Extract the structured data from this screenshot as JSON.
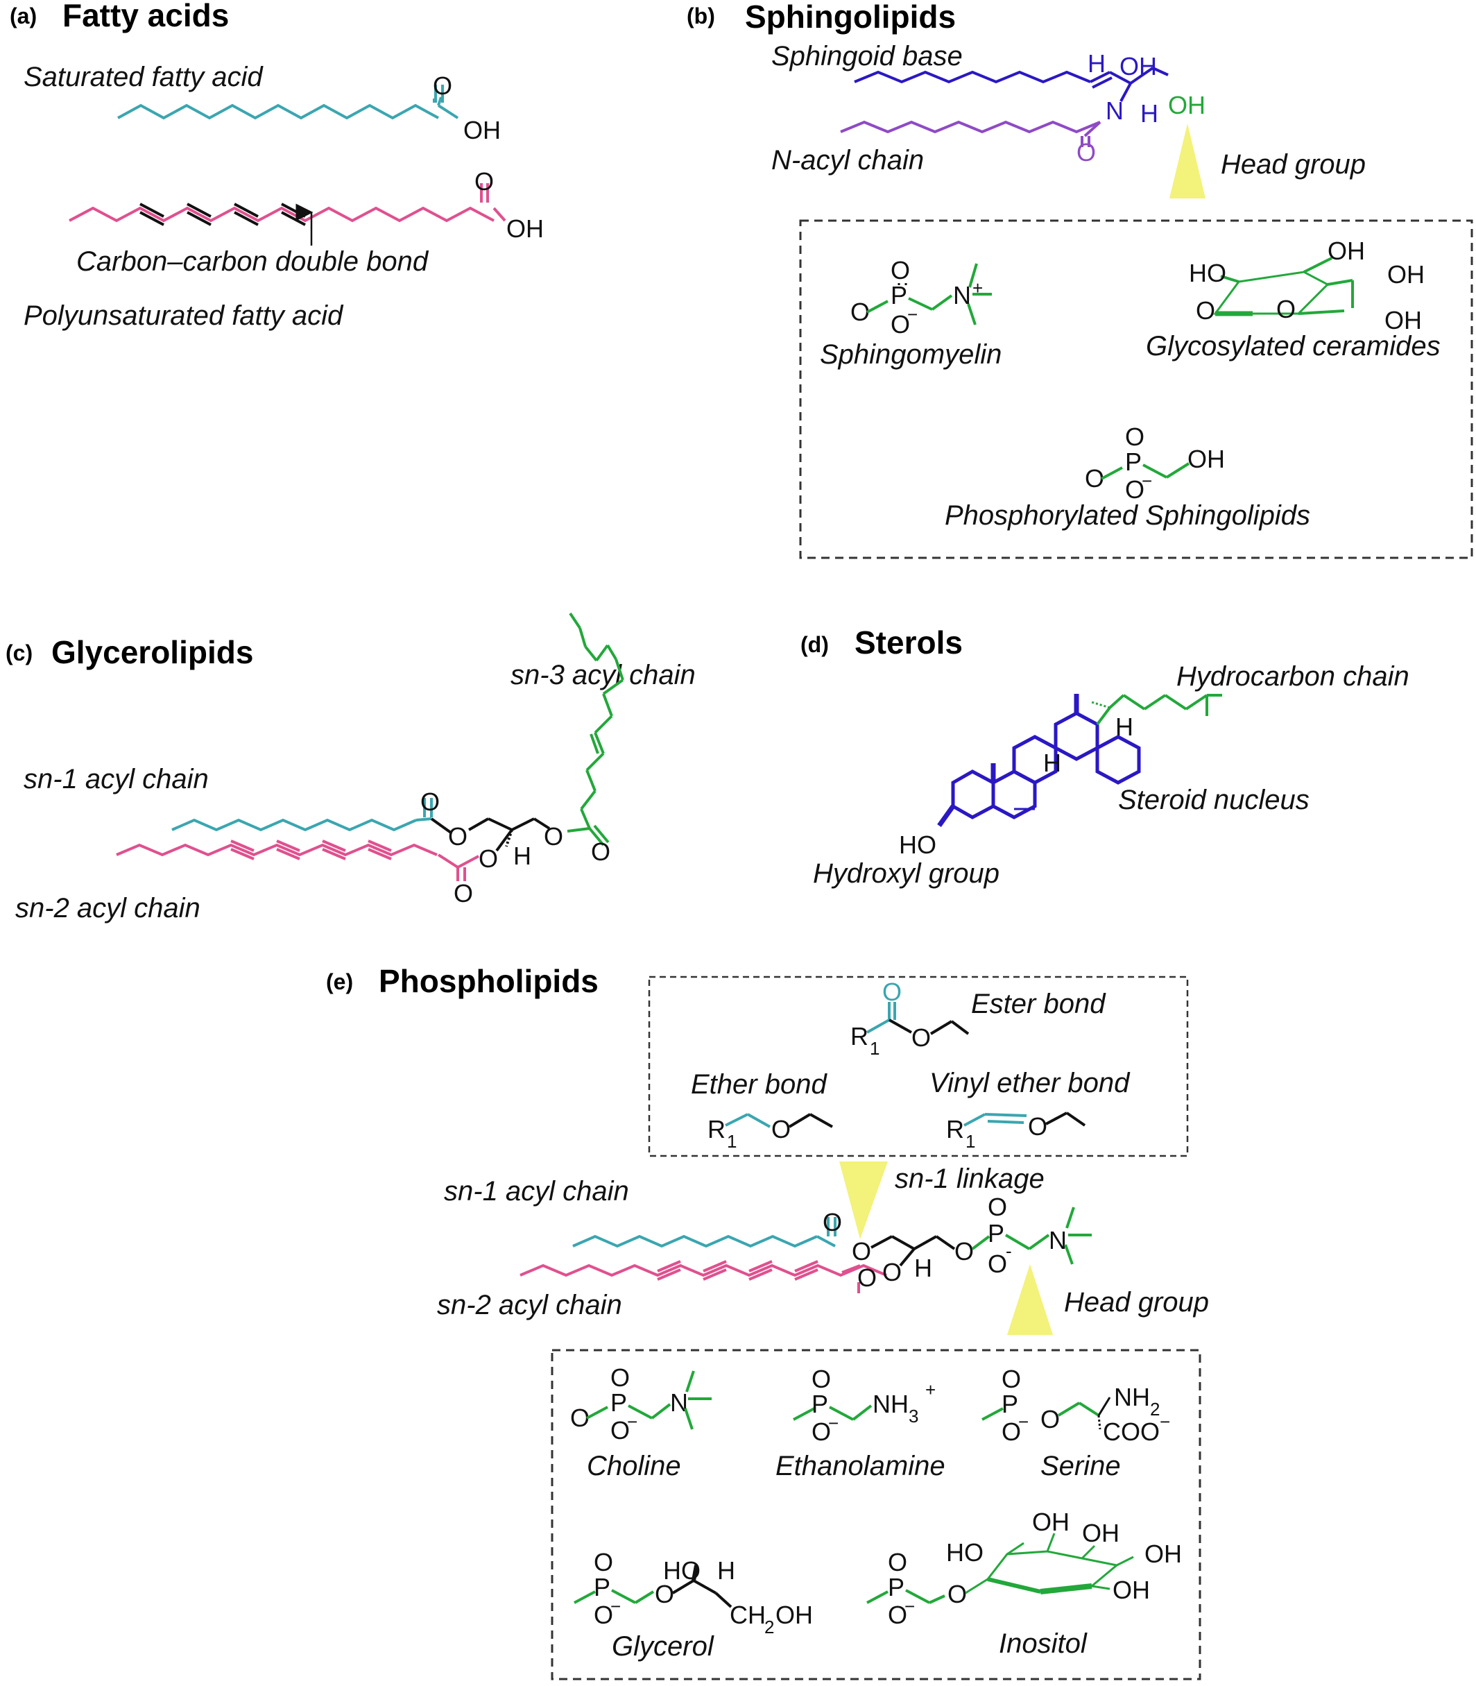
{
  "colors": {
    "teal": "#3aa6b0",
    "pink": "#e0508e",
    "black": "#111111",
    "blue": "#2a18c4",
    "purple": "#8f4ac6",
    "green": "#22a83a",
    "yellow": "#f3f27a",
    "box_border": "#333333"
  },
  "panels": {
    "a": {
      "letter": "(a)",
      "title": "Fatty acids",
      "saturated": "Saturated fatty acid",
      "polyunsaturated": "Polyunsaturated fatty acid",
      "double_bond": "Carbon–carbon double bond"
    },
    "b": {
      "letter": "(b)",
      "title": "Sphingolipids",
      "base": "Sphingoid base",
      "nacyl": "N-acyl chain",
      "head": "Head group",
      "sphingomyelin": "Sphingomyelin",
      "glyco": "Glycosylated ceramides",
      "phospho": "Phosphorylated Sphingolipids"
    },
    "c": {
      "letter": "(c)",
      "title": "Glycerolipids",
      "sn1": "sn-1 acyl chain",
      "sn2": "sn-2 acyl chain",
      "sn3": "sn-3 acyl chain"
    },
    "d": {
      "letter": "(d)",
      "title": "Sterols",
      "hydrocarbon": "Hydrocarbon chain",
      "nucleus": "Steroid nucleus",
      "hydroxyl": "Hydroxyl group"
    },
    "e": {
      "letter": "(e)",
      "title": "Phospholipids",
      "ester": "Ester bond",
      "ether": "Ether bond",
      "vinyl": "Vinyl ether bond",
      "sn1": "sn-1 acyl chain",
      "sn2": "sn-2 acyl chain",
      "linkage": "sn-1 linkage",
      "head": "Head group",
      "choline": "Choline",
      "ethanolamine": "Ethanolamine",
      "serine": "Serine",
      "glycerol": "Glycerol",
      "inositol": "Inositol"
    }
  }
}
